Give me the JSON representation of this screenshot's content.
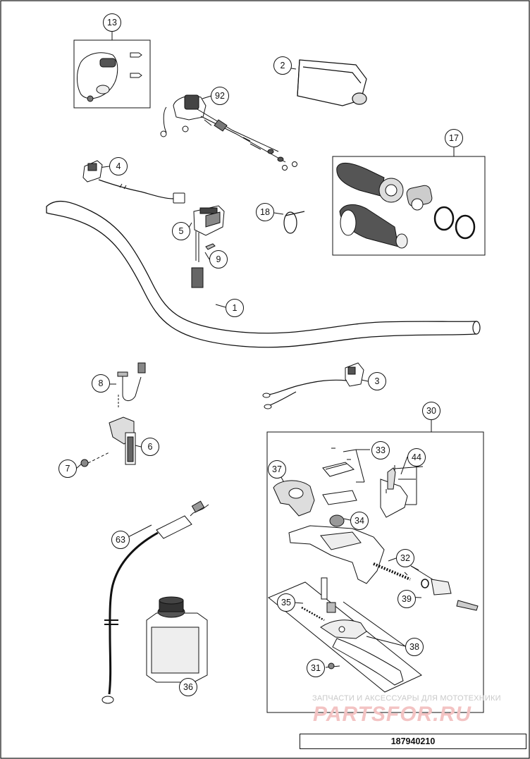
{
  "callouts": {
    "c1": "1",
    "c2": "2",
    "c3": "3",
    "c4": "4",
    "c5": "5",
    "c6": "6",
    "c7": "7",
    "c8": "8",
    "c9": "9",
    "c13": "13",
    "c17": "17",
    "c18": "18",
    "c30": "30",
    "c31": "31",
    "c32": "32",
    "c33": "33",
    "c34": "34",
    "c35": "35",
    "c36": "36",
    "c37": "37",
    "c38": "38",
    "c39": "39",
    "c44": "44",
    "c63": "63",
    "c92": "92"
  },
  "watermark": {
    "tagline": "ЗАПЧАСТИ И АКСЕССУАРЫ ДЛЯ МОТОТЕХНИКИ",
    "logo": "PARTSFOR.RU"
  },
  "document_number": "187940210"
}
